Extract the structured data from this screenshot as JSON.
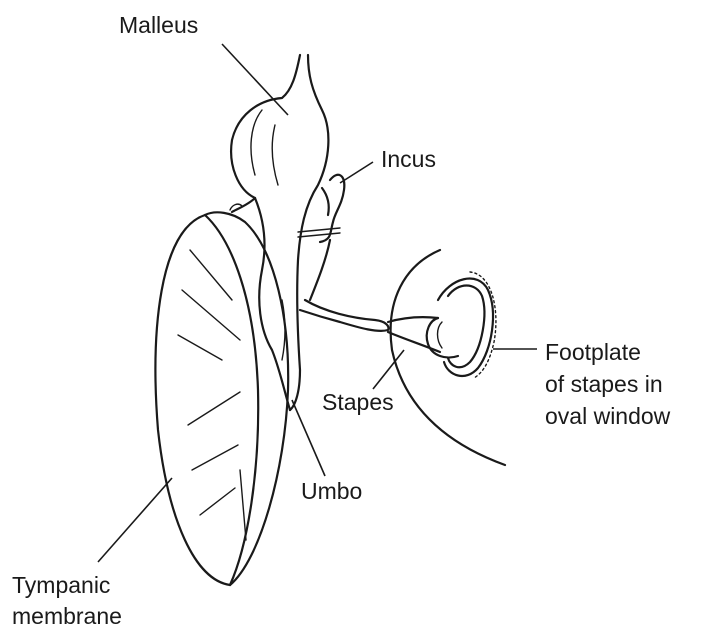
{
  "labels": {
    "malleus": "Malleus",
    "incus": "Incus",
    "footplate_line1": "Footplate",
    "footplate_line2": "of stapes in",
    "footplate_line3": "oval window",
    "stapes": "Stapes",
    "umbo": "Umbo",
    "tympanic_line1": "Tympanic",
    "tympanic_line2": "membrane"
  },
  "colors": {
    "ink": "#1a1a1a",
    "background": "#ffffff"
  }
}
